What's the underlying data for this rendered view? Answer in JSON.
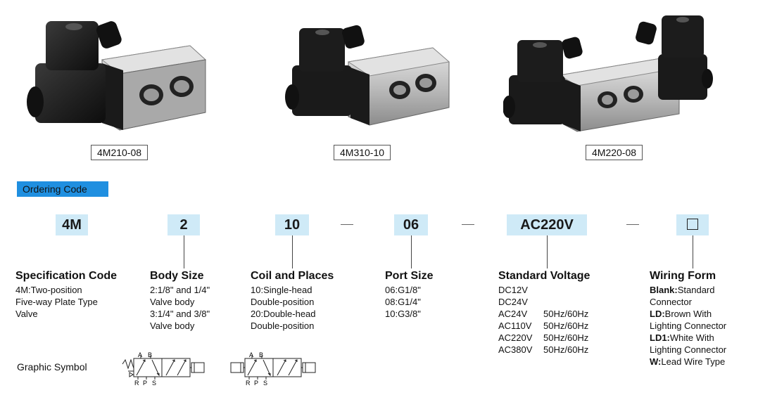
{
  "products": [
    {
      "model": "4M210-08"
    },
    {
      "model": "4M310-10"
    },
    {
      "model": "4M220-08"
    }
  ],
  "ordering_title": "Ordering Code",
  "code_parts": [
    {
      "code": "4M",
      "heading": "Specification Code",
      "lines": [
        "4M:Two-position",
        "Five-way Plate Type",
        "Valve"
      ]
    },
    {
      "code": "2",
      "heading": "Body Size",
      "lines": [
        "2:1/8\" and 1/4\"",
        "Valve body",
        "3:1/4\" and 3/8\"",
        "Valve body"
      ]
    },
    {
      "code": "10",
      "heading": "Coil and Places",
      "lines": [
        "10:Single-head",
        "Double-position",
        "20:Double-head",
        "Double-position"
      ]
    },
    {
      "code": "06",
      "heading": "Port Size",
      "lines": [
        "06:G1/8\"",
        "08:G1/4\"",
        "10:G3/8\""
      ]
    },
    {
      "code": "AC220V",
      "heading": "Standard Voltage",
      "voltages": [
        {
          "v": "DC12V",
          "f": ""
        },
        {
          "v": "DC24V",
          "f": ""
        },
        {
          "v": "AC24V",
          "f": "50Hz/60Hz"
        },
        {
          "v": "AC110V",
          "f": "50Hz/60Hz"
        },
        {
          "v": "AC220V",
          "f": "50Hz/60Hz"
        },
        {
          "v": "AC380V",
          "f": "50Hz/60Hz"
        }
      ]
    },
    {
      "code": "□",
      "heading": "Wiring Form",
      "lines": [
        "Blank:Standard",
        "Connector",
        "LD:Brown With",
        "Lighting Connector",
        "LD1:White With",
        "Lighting Connector",
        "W:Lead Wire Type"
      ]
    }
  ],
  "graphic_symbol_label": "Graphic Symbol",
  "symbol_ports": {
    "a": "A",
    "b": "B",
    "r": "R",
    "p": "P",
    "s": "S"
  },
  "colors": {
    "banner": "#1f8fe0",
    "code_box": "#cfeaf7",
    "valve_body": "#b9b9b9",
    "coil": "#1c1c1c"
  }
}
